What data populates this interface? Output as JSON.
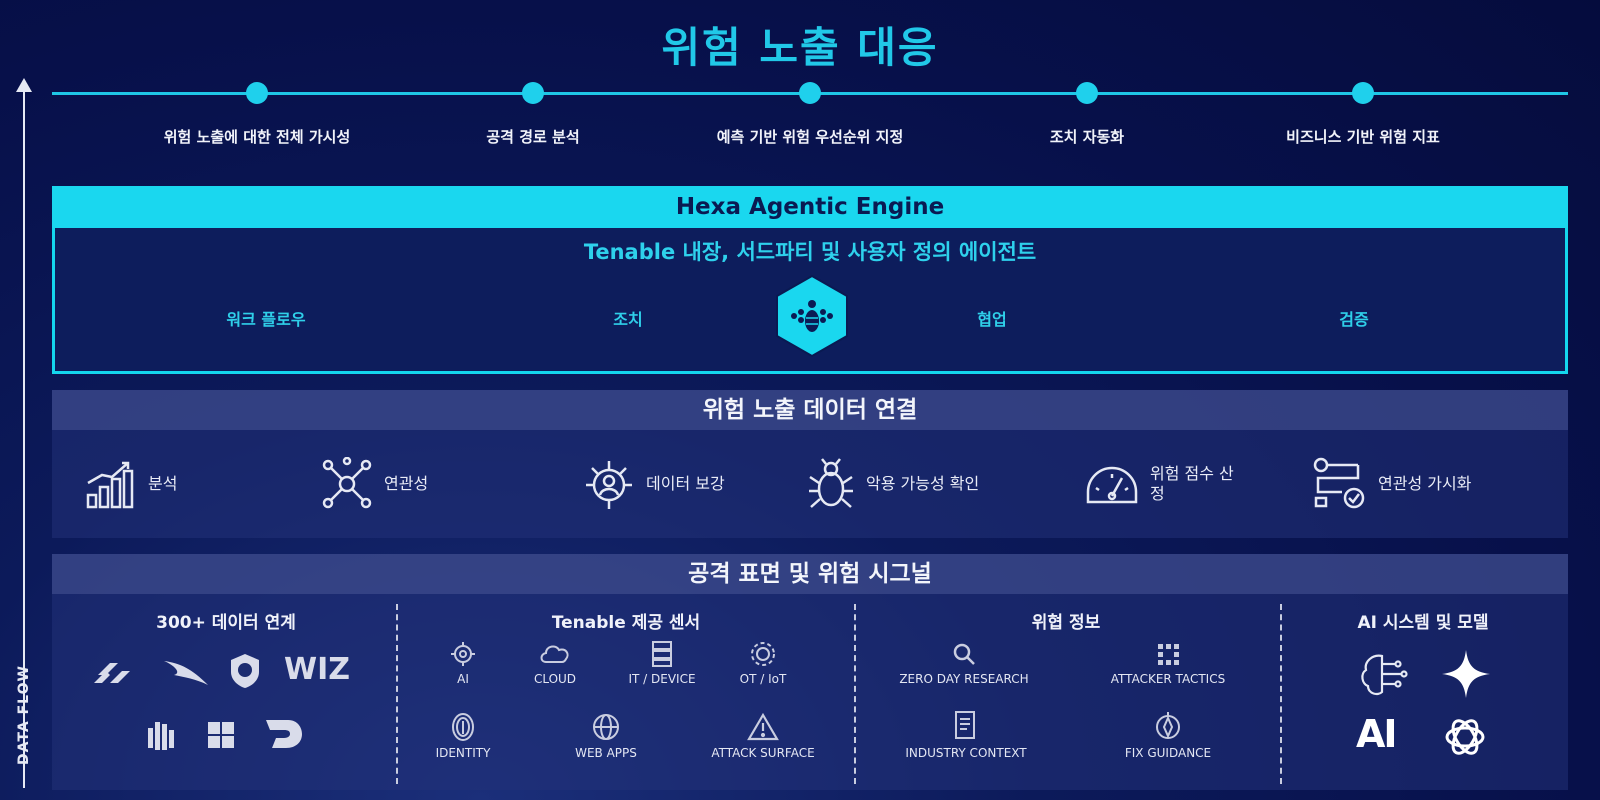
{
  "title": "위험 노출 대응",
  "data_flow_label": "DATA FLOW",
  "timeline": [
    "위험 노출에 대한 전체 가시성",
    "공격 경로 분석",
    "예측 기반 위험 우선순위 지정",
    "조치 자동화",
    "비즈니스 기반 위험 지표"
  ],
  "engine": {
    "header": "Hexa Agentic Engine",
    "subtitle": "Tenable 내장, 서드파티 및 사용자 정의 에이전트",
    "items": [
      "워크 플로우",
      "조치",
      "협업",
      "검증"
    ],
    "logo_icon": "hexagon-bee-icon"
  },
  "exposure": {
    "header": "위험 노출 데이터 연결",
    "items": [
      {
        "label": "분석",
        "icon": "bar-chart-icon"
      },
      {
        "label": "연관성",
        "icon": "network-icon"
      },
      {
        "label": "데이터 보강",
        "icon": "gear-person-icon"
      },
      {
        "label": "악용 가능성 확인",
        "icon": "bug-icon"
      },
      {
        "label": "위험 점수 산정",
        "icon": "gauge-icon"
      },
      {
        "label": "연관성 가시화",
        "icon": "flow-check-icon"
      }
    ]
  },
  "attack": {
    "header": "공격 표면 및 위험 시그널",
    "sections": [
      {
        "title": "300+ 데이터 연계",
        "logos": [
          "WIZ"
        ]
      },
      {
        "title": "Tenable 제공 센서",
        "sensors": [
          "AI",
          "CLOUD",
          "IT / DEVICE",
          "OT / IoT",
          "IDENTITY",
          "WEB APPS",
          "ATTACK SURFACE"
        ]
      },
      {
        "title": "위협 정보",
        "intel": [
          "ZERO DAY RESEARCH",
          "ATTACKER TACTICS",
          "INDUSTRY CONTEXT",
          "FIX GUIDANCE"
        ]
      },
      {
        "title": "AI 시스템 및 모델",
        "models": [
          "AI"
        ]
      }
    ]
  },
  "colors": {
    "accent": "#1ad7ef",
    "background": "#07104a",
    "text": "#e8ecf8"
  }
}
